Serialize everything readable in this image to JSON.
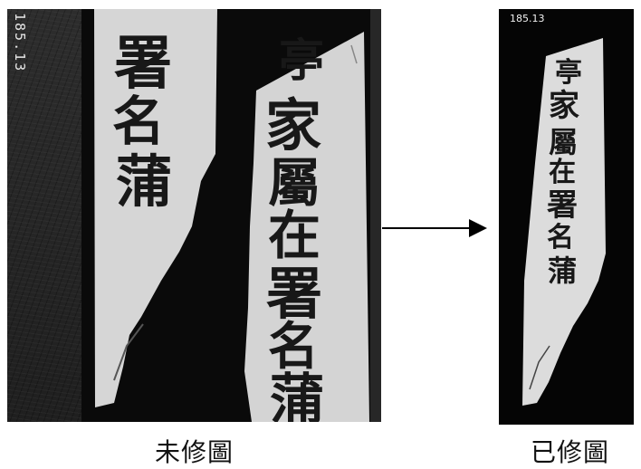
{
  "before": {
    "label": "185.13",
    "caption": "未修圖",
    "slip_a_glyphs": [
      "署",
      "名",
      "蒲"
    ],
    "slip_b_glyphs": [
      "亭",
      "家",
      "屬",
      "在",
      "署",
      "名",
      "蒲"
    ]
  },
  "after": {
    "label": "185.13",
    "caption": "已修圖",
    "slip_glyphs": [
      "亭",
      "家",
      "屬",
      "在",
      "署",
      "名",
      "蒲"
    ]
  },
  "colors": {
    "paper": "#d9d9d9",
    "ink": "#181818",
    "background_before": "#262626",
    "background_after": "#050505"
  },
  "icons": [
    "right-arrow-icon"
  ]
}
